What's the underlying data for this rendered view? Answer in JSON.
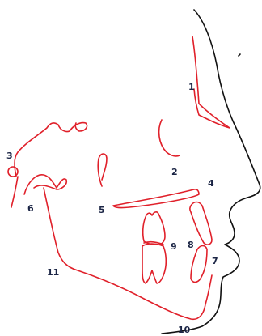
{
  "figure": {
    "landmarks": [
      {
        "id": "1",
        "label": "1"
      },
      {
        "id": "2",
        "label": "2"
      },
      {
        "id": "3",
        "label": "3"
      },
      {
        "id": "4",
        "label": "4"
      },
      {
        "id": "5",
        "label": "5"
      },
      {
        "id": "6",
        "label": "6"
      },
      {
        "id": "7",
        "label": "7"
      },
      {
        "id": "8",
        "label": "8"
      },
      {
        "id": "9",
        "label": "9"
      },
      {
        "id": "10",
        "label": "10"
      },
      {
        "id": "11",
        "label": "11"
      }
    ],
    "colors": {
      "tracing": "#e0202a",
      "soft_tissue_profile": "#111111",
      "label_text": "#1b2545"
    }
  }
}
